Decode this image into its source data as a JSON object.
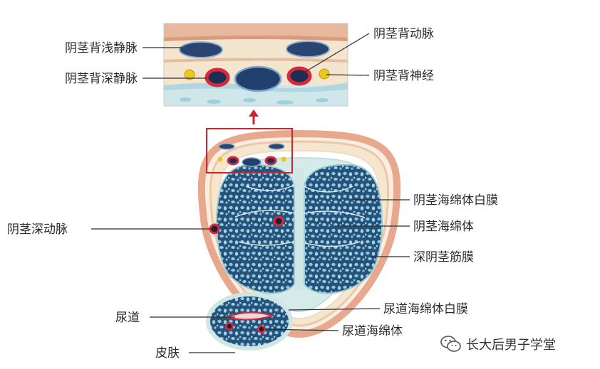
{
  "labels": {
    "superficial_dorsal_vein": "阴茎背浅静脉",
    "deep_dorsal_vein": "阴茎背深静脉",
    "dorsal_artery": "阴茎背动脉",
    "dorsal_nerve": "阴茎背神经",
    "tunica_albuginea_cc": "阴茎海绵体白膜",
    "corpus_cavernosum": "阴茎海绵体",
    "deep_artery": "阴茎深动脉",
    "deep_fascia": "深阴茎筋膜",
    "urethra": "尿道",
    "tunica_albuginea_cs": "尿道海绵体白膜",
    "corpus_spongiosum": "尿道海绵体",
    "skin": "皮肤"
  },
  "watermark": {
    "text": "长大后男子学堂",
    "icon": "wechat-icon"
  },
  "colors": {
    "skin": "#e8a88e",
    "fascia": "#f6e6cf",
    "tunica": "#cfe6e4",
    "spongy": "#2f5d86",
    "vein": "#233e6b",
    "artery": "#d42a3a",
    "nerve": "#e9c81f",
    "frame": "#d2222e"
  }
}
